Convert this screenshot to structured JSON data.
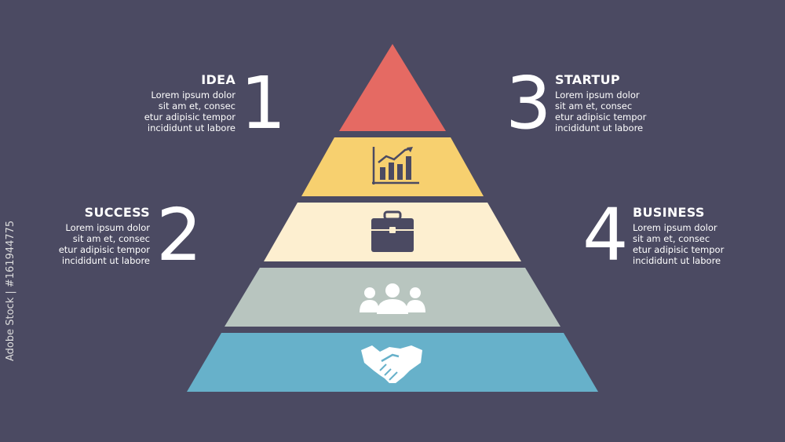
{
  "steps": [
    {
      "number": "1",
      "title": "IDEA",
      "text": "Lorem ipsum dolor\nsit am et, consec\netur adipisic tempor\nincididunt ut labore"
    },
    {
      "number": "2",
      "title": "SUCCESS",
      "text": "Lorem ipsum dolor\nsit am et, consec\netur adipisic tempor\nincididunt ut labore"
    },
    {
      "number": "3",
      "title": "STARTUP",
      "text": "Lorem ipsum dolor\nsit am et, consec\netur adipisic tempor\nincididunt ut labore"
    },
    {
      "number": "4",
      "title": "BUSINESS",
      "text": "Lorem ipsum dolor\nsit am et, consec\netur adipisic tempor\nincididunt ut labore"
    }
  ],
  "pyramid": {
    "levels": [
      {
        "color": "#e56a63",
        "icon": "none"
      },
      {
        "color": "#f7d06f",
        "icon": "bar-chart-icon"
      },
      {
        "color": "#fdefd0",
        "icon": "briefcase-icon"
      },
      {
        "color": "#b8c5bf",
        "icon": "people-icon"
      },
      {
        "color": "#67b1ca",
        "icon": "handshake-icon"
      }
    ],
    "icon_color": "#ffffff",
    "dark_icon_color": "#4b4a62"
  },
  "colors": {
    "background": "#4b4a62",
    "text": "#ffffff"
  },
  "watermark": "Adobe Stock | #161944775"
}
